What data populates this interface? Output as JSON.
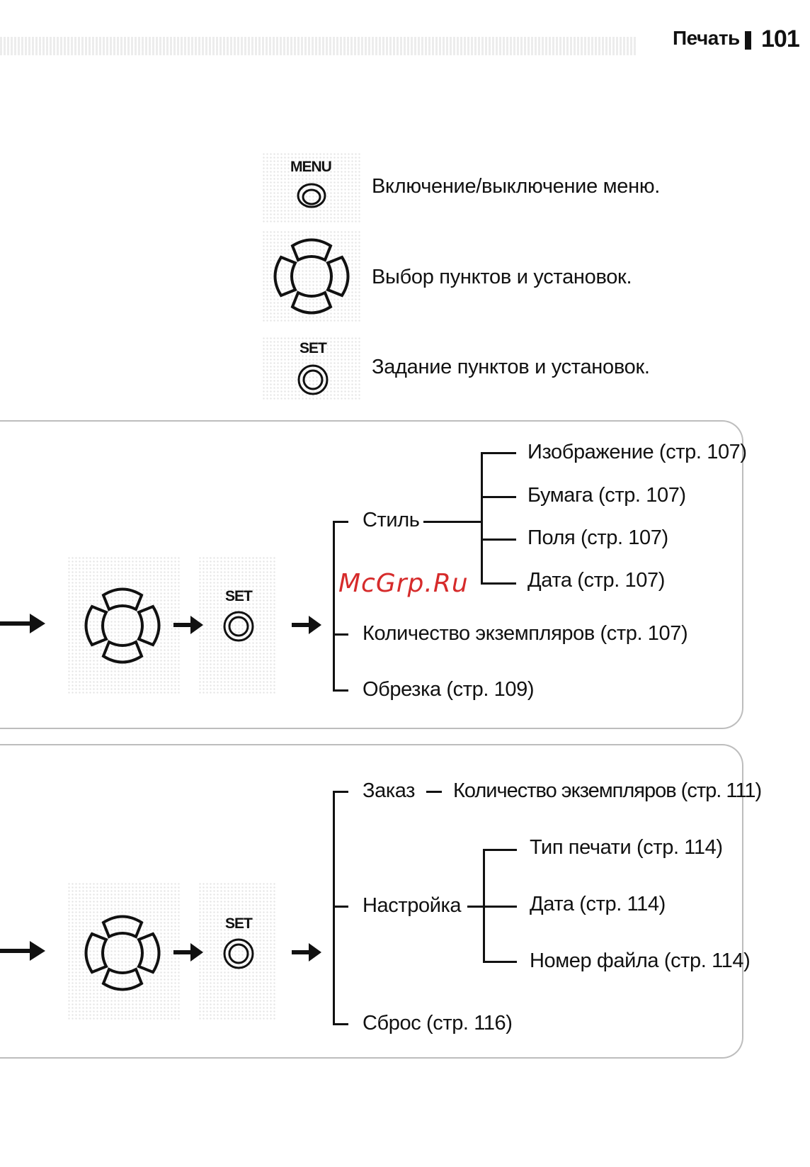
{
  "header": {
    "section": "Печать",
    "page": "101"
  },
  "legend": {
    "menu_label": "MENU",
    "menu_text": "Включение/выключение меню.",
    "dpad_text": "Выбор пунктов и установок.",
    "set_label": "SET",
    "set_text": "Задание пунктов и установок."
  },
  "diagram1": {
    "set_label": "SET",
    "style": "Стиль",
    "image": "Изображение (стр. 107)",
    "paper": "Бумага (стр. 107)",
    "margins": "Поля (стр. 107)",
    "date": "Дата (стр. 107)",
    "copies": "Количество экземпляров (стр. 107)",
    "crop": "Обрезка (стр. 109)"
  },
  "diagram2": {
    "set_label": "SET",
    "order": "Заказ",
    "order_copies": "Количество экземпляров (стр. 111)",
    "setup": "Настройка",
    "print_type": "Тип печати (стр. 114)",
    "date": "Дата (стр. 114)",
    "file_no": "Номер файла (стр. 114)",
    "reset": "Сброс (стр. 116)"
  },
  "watermark": "McGrp.Ru"
}
